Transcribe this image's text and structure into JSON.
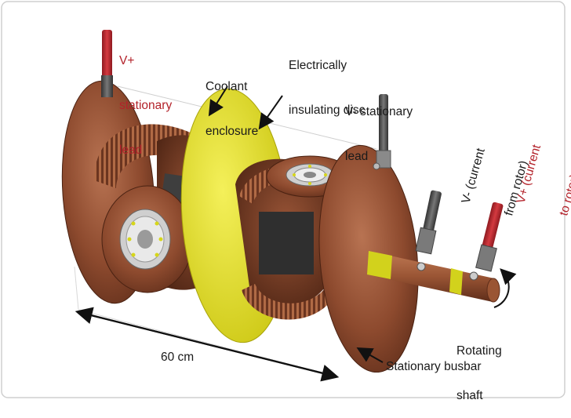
{
  "labels": {
    "v_plus_stationary_lead": [
      "V+",
      "stationary",
      "lead"
    ],
    "coolant_enclosure": [
      "Coolant",
      "enclosure"
    ],
    "electrically_insulating_disc": [
      "Electrically",
      "insulating disc"
    ],
    "v_minus_stationary_lead": [
      "V- stationary",
      "lead"
    ],
    "v_minus_current_from_rotor": [
      "V- (current",
      "from rotor)"
    ],
    "v_plus_current_to_rotor": [
      "V+ (current",
      "to rotor)"
    ],
    "rotating_shaft": [
      "Rotating",
      "shaft"
    ],
    "length_dimension": "60 cm",
    "stationary_busbar": "Stationary busbar"
  },
  "colors": {
    "copper": "#8a4a2c",
    "copper_light": "#b06a45",
    "insulating_disc": "#e6e21e",
    "red_lead": "#c0282f",
    "grey_lead": "#5a5a5a",
    "red_text": "#b3222a"
  }
}
